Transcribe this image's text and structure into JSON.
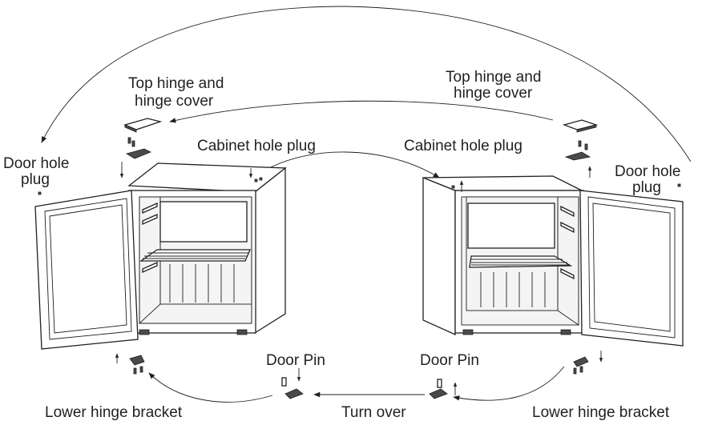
{
  "labels": {
    "top_hinge_left_1": "Top hinge and",
    "top_hinge_left_2": "hinge cover",
    "top_hinge_right_1": "Top hinge and",
    "top_hinge_right_2": "hinge cover",
    "door_hole_left_1": "Door hole",
    "door_hole_left_2": "plug",
    "door_hole_right_1": "Door hole",
    "door_hole_right_2": "plug",
    "cabinet_plug_left": "Cabinet hole plug",
    "cabinet_plug_right": "Cabinet hole plug",
    "door_pin_left": "Door Pin",
    "door_pin_right": "Door Pin",
    "lower_hinge_left": "Lower hinge bracket",
    "lower_hinge_right": "Lower hinge bracket",
    "turn_over": "Turn over"
  },
  "colors": {
    "line": "#231f20",
    "background": "#ffffff"
  }
}
